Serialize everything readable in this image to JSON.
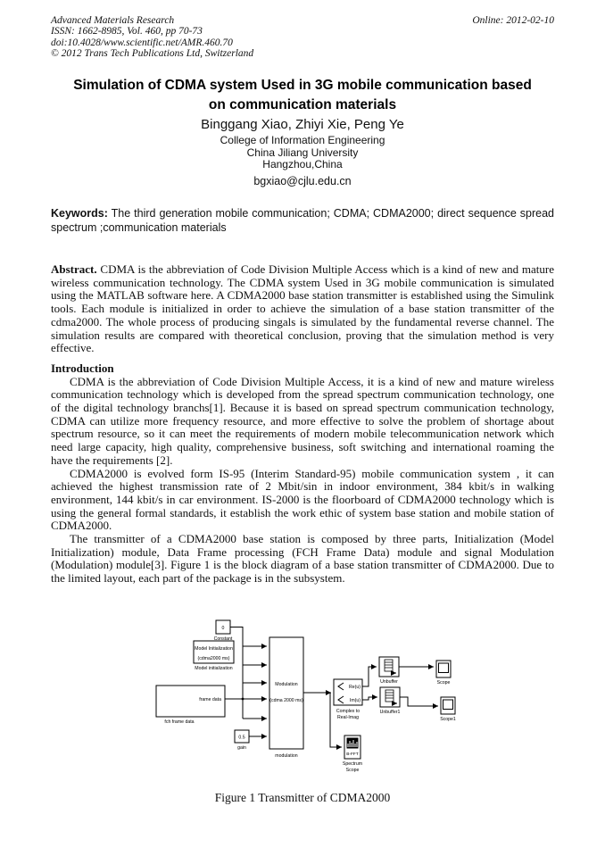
{
  "header": {
    "journal": "Advanced Materials Research",
    "issn_line": "ISSN: 1662-8985, Vol. 460, pp 70-73",
    "doi_line": "doi:10.4028/www.scientific.net/AMR.460.70",
    "copyright_line": "© 2012 Trans Tech Publications Ltd, Switzerland",
    "online_date": "Online: 2012-02-10"
  },
  "title": {
    "line1": "Simulation of CDMA system Used in 3G mobile communication  based",
    "line2": "on communication materials"
  },
  "authors": "Binggang Xiao, Zhiyi Xie, Peng Ye",
  "affiliation": {
    "line1": "College of Information Engineering",
    "line2": "China Jiliang University",
    "line3": "Hangzhou,China"
  },
  "email": "bgxiao@cjlu.edu.cn",
  "keywords": {
    "label": "Keywords:",
    "text": "The third generation mobile communication; CDMA; CDMA2000; direct sequence spread spectrum ;communication materials"
  },
  "abstract": {
    "label": "Abstract.",
    "text": "CDMA is the abbreviation of Code Division Multiple Access which is a kind of new and mature wireless communication technology. The CDMA system Used in 3G mobile communication is simulated using the MATLAB software here. A CDMA2000 base station transmitter is established using the Simulink tools. Each module is initialized in order to achieve the simulation of a base station transmitter of the cdma2000. The whole process of producing singals is simulated by the fundamental reverse channel. The simulation results are compared with theoretical conclusion, proving that the simulation method is very effective."
  },
  "introduction": {
    "heading": "Introduction",
    "p1": "CDMA is the abbreviation of Code Division Multiple Access, it is a kind of new and mature wireless communication technology which is developed from the spread spectrum communication technology, one of the digital technology branchs[1]. Because it is based on spread spectrum communication technology, CDMA can utilize more frequency resource, and more effective to solve the problem of shortage about spectrum resource, so it can meet the requirements of modern mobile telecommunication network which need large capacity, high quality, comprehensive business, soft switching and international roaming the have the requirements [2].",
    "p2": "CDMA2000 is evolved form IS-95 (Interim Standard-95) mobile communication system , it can achieved the highest transmission rate of 2 Mbit/sin in indoor environment, 384 kbit/s in walking environment, 144 kbit/s in car environment. IS-2000 is the floorboard of CDMA2000 technology which is using the general formal standards, it establish the work ethic of system base station and mobile station of CDMA2000.",
    "p3": "The transmitter of a CDMA2000 base station is composed by three parts, Initialization (Model Initialization) module, Data Frame processing (FCH Frame Data) module and signal Modulation (Modulation) module[3]. Figure 1 is the block diagram of a base station transmitter of CDMA2000. Due to the limited layout, each part of the package is in the subsystem."
  },
  "figure": {
    "caption": "Figure 1 Transmitter of CDMA2000",
    "blocks": {
      "constant_value": "0",
      "constant_label": "Constant",
      "model_init_line1": "Model Initialization",
      "model_init_line2": "(cdma2000 ms)",
      "model_init_label": "Model initialization",
      "frame_data_text": "frame data",
      "frame_data_label": "fch frame data",
      "gain_value": "0.5",
      "gain_label": "gain",
      "modulation_line1": "Modulation",
      "modulation_line2": "(cdma 2000 ms)",
      "modulation_label": "modulation",
      "complex_re": "Re(u)",
      "complex_im": "Im(u)",
      "complex_label_line1": "Complex to",
      "complex_label_line2": "Real-Imag",
      "unbuffer_label": "Unbuffer",
      "scope_label": "Scope",
      "unbuffer1_label": "Unbuffer1",
      "scope1_label": "Scope1",
      "spectrum_fft": "B-FFT",
      "spectrum_label_line1": "Spectrum",
      "spectrum_label_line2": "Scope"
    }
  }
}
